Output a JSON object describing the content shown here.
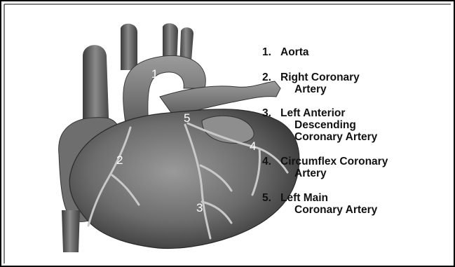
{
  "diagram": {
    "markers": [
      {
        "id": "1",
        "text": "1"
      },
      {
        "id": "2",
        "text": "2"
      },
      {
        "id": "3",
        "text": "3"
      },
      {
        "id": "4",
        "text": "4"
      },
      {
        "id": "5",
        "text": "5"
      }
    ],
    "legend": [
      {
        "number": "1.",
        "lines": [
          "Aorta"
        ]
      },
      {
        "number": "2.",
        "lines": [
          "Right Coronary",
          "Artery"
        ]
      },
      {
        "number": "3.",
        "lines": [
          "Left Anterior",
          "Descending",
          "Coronary Artery"
        ]
      },
      {
        "number": "4.",
        "lines": [
          "Circumflex Coronary",
          "Artery"
        ]
      },
      {
        "number": "5.",
        "lines": [
          "Left Main",
          "Coronary Artery"
        ]
      }
    ]
  }
}
